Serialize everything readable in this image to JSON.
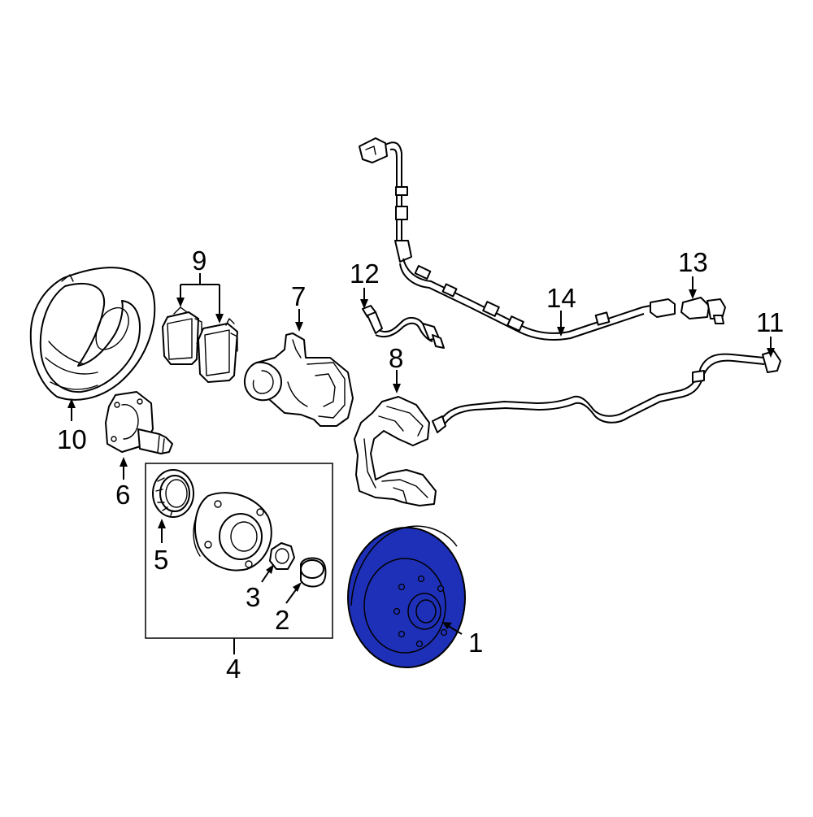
{
  "callouts": {
    "c1": "1",
    "c2": "2",
    "c3": "3",
    "c4": "4",
    "c5": "5",
    "c6": "6",
    "c7": "7",
    "c8": "8",
    "c9": "9",
    "c10": "10",
    "c11": "11",
    "c12": "12",
    "c13": "13",
    "c14": "14"
  },
  "colors": {
    "highlight": "#1e30b8",
    "stroke": "#000000",
    "background": "#ffffff"
  }
}
